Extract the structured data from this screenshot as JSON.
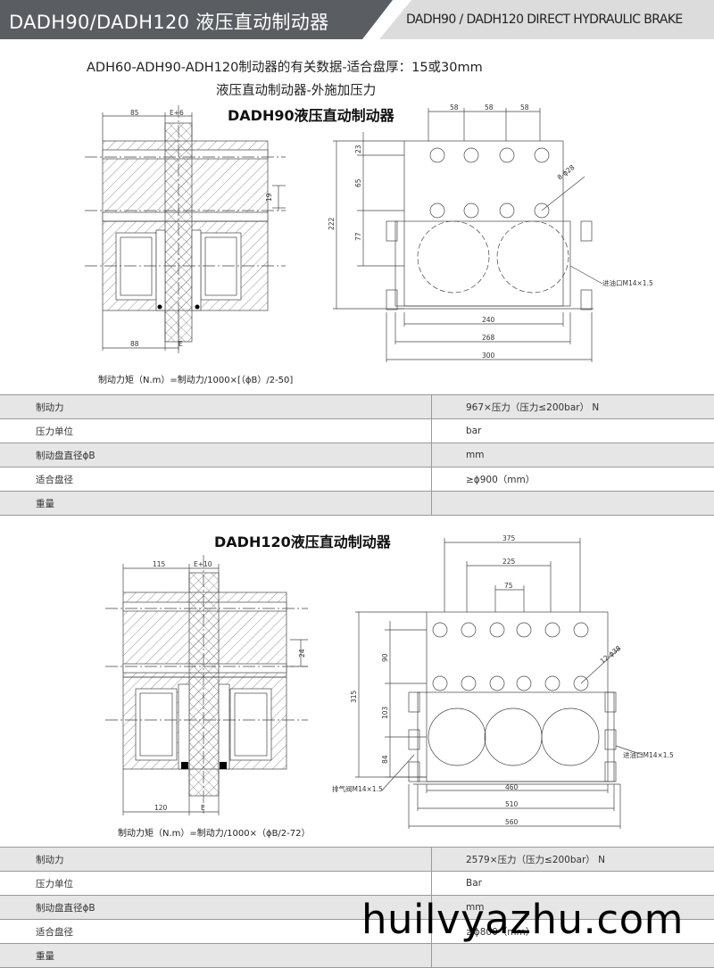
{
  "header": {
    "title": "DADH90/DADH120 液压直动制动器",
    "subtitle": "DADH90 / DADH120 DIRECT HYDRAULIC BRAKE"
  },
  "intro": {
    "line1": "ADH60-ADH90-ADH120制动器的有关数据-适合盘厚：15或30mm",
    "line2": "液压直动制动器-外施加压力"
  },
  "dadh90": {
    "title": "DADH90液压直动制动器",
    "formula": "制动力矩（N.m）=制动力/1000×[（ϕB）/2-50]",
    "side_dims": {
      "top_width": "85",
      "gap": "E+6",
      "height": "19",
      "bottom_width": "88",
      "bottom_gap": "E"
    },
    "front_dims": {
      "pitch1": "58",
      "pitch2": "58",
      "pitch3": "58",
      "v1": "23",
      "v2": "65",
      "v3": "77",
      "total_h": "222",
      "holes": "8-ϕ28",
      "port": "进油口M14×1.5",
      "w1": "240",
      "w2": "268",
      "w3": "300"
    },
    "table": [
      {
        "label": "制动力",
        "value": "967×压力（压力≤200bar）  N"
      },
      {
        "label": "压力单位",
        "value": "bar"
      },
      {
        "label": "制动盘直径ϕB",
        "value": "mm"
      },
      {
        "label": "适合盘径",
        "value": "≥ϕ900（mm）"
      },
      {
        "label": "重量",
        "value": ""
      }
    ]
  },
  "dadh120": {
    "title": "DADH120液压直动制动器",
    "formula": "制动力矩（N.m）=制动力/1000×（ϕB/2-72）",
    "side_dims": {
      "top_width": "115",
      "gap": "E+10",
      "height": "24",
      "bottom_width": "120",
      "bottom_gap": "E"
    },
    "front_dims": {
      "w_top1": "375",
      "w_top2": "225",
      "w_top3": "75",
      "v1": "90",
      "v2": "103",
      "v3": "84",
      "total_h": "315",
      "holes": "12-ϕ38",
      "port": "进油口M14×1.5",
      "vent": "排气阀M14×1.5",
      "w1": "460",
      "w2": "510",
      "w3": "560"
    },
    "table": [
      {
        "label": "制动力",
        "value": "2579×压力（压力≤200bar）  N"
      },
      {
        "label": "压力单位",
        "value": "Bar"
      },
      {
        "label": "制动盘直径ϕB",
        "value": "mm"
      },
      {
        "label": "适合盘径",
        "value": "≥ϕ800（mm）"
      },
      {
        "label": "重量",
        "value": ""
      }
    ]
  },
  "watermark": "huilvyazhu.com"
}
